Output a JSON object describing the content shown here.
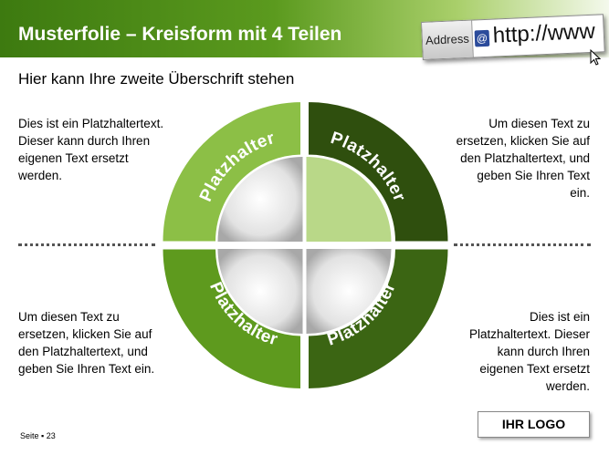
{
  "header": {
    "title": "Musterfolie – Kreisform mit 4 Teilen",
    "address_label": "Address",
    "address_at": "@",
    "address_url": "http://www"
  },
  "subtitle": "Hier kann Ihre zweite Überschrift stehen",
  "diagram": {
    "segments": {
      "top_left": "Platzhalter",
      "top_right": "Platzhalter",
      "bottom_left": "Platzhalter",
      "bottom_right": "Platzhalter"
    },
    "colors": {
      "top_left": "#8cbf46",
      "top_right": "#2f4f0e",
      "bottom_left": "#5e9a1e",
      "bottom_right": "#3b6513",
      "highlight_quadrant": "#b9d888"
    }
  },
  "texts": {
    "top_left": [
      "Dies ist ein Platzhaltertext.",
      "Dieser kann durch Ihren",
      "eigenen Text ersetzt",
      "werden."
    ],
    "top_right": [
      "Um diesen Text zu",
      "ersetzen, klicken Sie auf",
      "den Platzhaltertext, und",
      "geben Sie Ihren Text",
      "ein."
    ],
    "bottom_left": [
      "Um diesen Text zu",
      "ersetzen, klicken Sie auf",
      "den Platzhaltertext, und",
      "geben Sie Ihren Text ein."
    ],
    "bottom_right": [
      "Dies ist ein",
      "Platzhaltertext. Dieser",
      "kann durch Ihren",
      "eigenen Text ersetzt",
      "werden."
    ]
  },
  "footer": {
    "page": "Seite ▪ 23"
  },
  "logo": "IHR LOGO"
}
